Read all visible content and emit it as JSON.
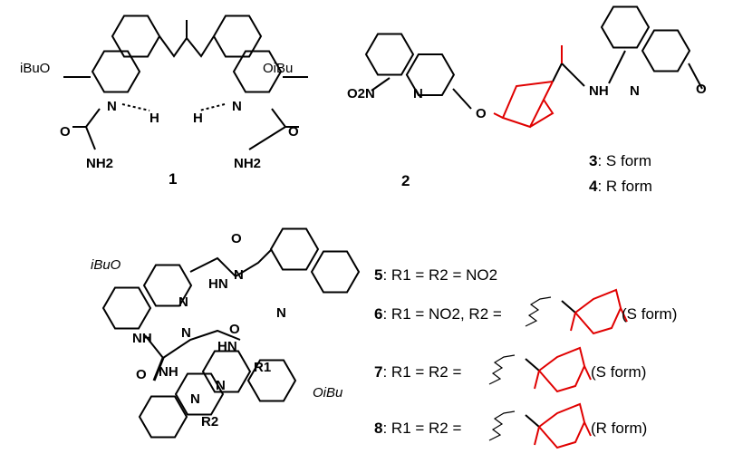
{
  "compounds": {
    "c1": {
      "number": "1",
      "atoms": {
        "ibuo": "iBuO",
        "oibu": "OiBu",
        "n": "N",
        "h": "H",
        "nh": "N",
        "o": "O",
        "nh2": "NH2",
        "hn": "H",
        "nn": "N"
      }
    },
    "c2": {
      "number": "2",
      "atoms": {
        "no2": "O2N",
        "n": "N",
        "o": "O"
      }
    },
    "c34": {
      "number3": "3",
      "label3": ": S form",
      "number4": "4",
      "label4": ": R form",
      "atoms": {
        "nh": "NH",
        "n": "N",
        "o": "O"
      }
    },
    "macrocycle": {
      "atoms": {
        "ibuo": "iBuO",
        "oibu": "OiBu",
        "r1": "R1",
        "r2": "R2",
        "n": "N",
        "nh": "NH",
        "hn": "HN",
        "o": "O"
      }
    }
  },
  "definitions": [
    {
      "number": "5",
      "text": ": R1 = R2 = NO2",
      "form": ""
    },
    {
      "number": "6",
      "text": ": R1 = NO2, R2 =",
      "form": "(S form)"
    },
    {
      "number": "7",
      "text": ": R1 = R2 =",
      "form": "(S form)"
    },
    {
      "number": "8",
      "text": ": R1 = R2 =",
      "form": "(R form)"
    }
  ],
  "colors": {
    "bond": "#000000",
    "camphanate": "#e00000"
  }
}
